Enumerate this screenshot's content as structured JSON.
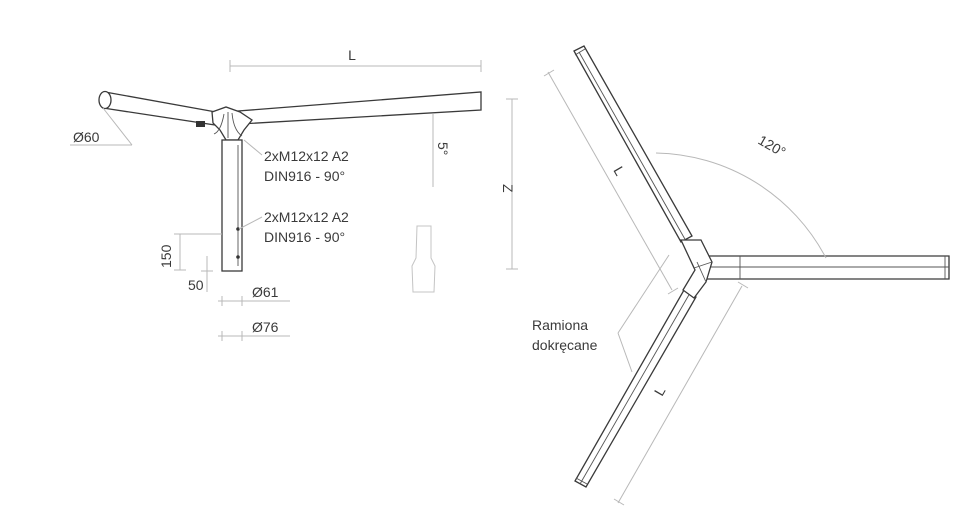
{
  "side_view": {
    "dim_length": "L",
    "dim_arm_diameter": "Ø60",
    "dim_angle": "5°",
    "dim_height": "Z",
    "screw_upper_line1": "2xM12x12 A2",
    "screw_upper_line2": "DIN916 - 90°",
    "screw_lower_line1": "2xM12x12 A2",
    "screw_lower_line2": "DIN916 - 90°",
    "dim_150": "150",
    "dim_50": "50",
    "dim_inner_diameter": "Ø61",
    "dim_outer_diameter": "Ø76"
  },
  "top_view": {
    "arm_upper_length": "L",
    "arm_lower_length": "L",
    "angle": "120°",
    "note_line1": "Ramiona",
    "note_line2": "dokręcane"
  }
}
